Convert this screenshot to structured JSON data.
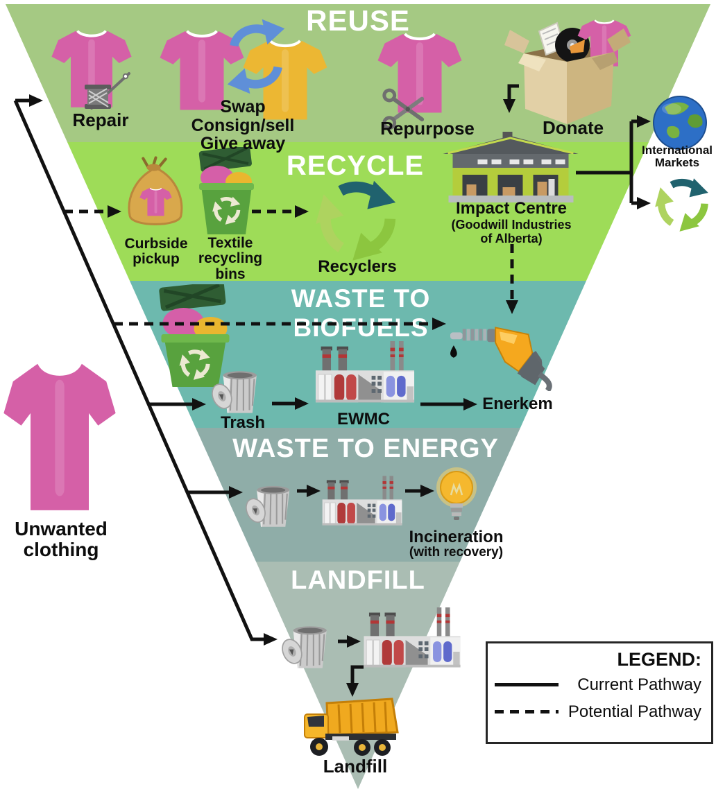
{
  "colors": {
    "band_reuse": "#a5c983",
    "band_recycle": "#9edc58",
    "band_biofuels": "#6db9ae",
    "band_energy": "#8fada8",
    "band_landfill": "#aabdb3",
    "pink_shirt": "#d560a7",
    "yellow_shirt": "#ecb733",
    "swap_arrow_blue": "#5f8fd8",
    "pathway_black": "#111111",
    "recycle_dark": "#20626e",
    "recycle_mid": "#8cc63f",
    "recycle_light": "#aed35f"
  },
  "funnel": {
    "bands": [
      {
        "id": "reuse",
        "title": "REUSE",
        "color": "#a5c983"
      },
      {
        "id": "recycle",
        "title": "RECYCLE",
        "color": "#9edc58"
      },
      {
        "id": "biofuels",
        "title": "WASTE TO BIOFUELS",
        "color": "#6db9ae"
      },
      {
        "id": "energy",
        "title": "WASTE TO ENERGY",
        "color": "#8fada8"
      },
      {
        "id": "landfill",
        "title": "LANDFILL",
        "color": "#aabdb3"
      }
    ]
  },
  "source": {
    "line1": "Unwanted",
    "line2": "clothing"
  },
  "reuse": {
    "repair": "Repair",
    "swap_line1": "Swap",
    "swap_line2": "Consign/sell",
    "swap_line3": "Give away",
    "repurpose": "Repurpose",
    "donate": "Donate"
  },
  "recycle": {
    "curbside_line1": "Curbside",
    "curbside_line2": "pickup",
    "textile_line1": "Textile",
    "textile_line2": "recycling",
    "textile_line3": "bins",
    "recyclers": "Recyclers",
    "impact_title": "Impact Centre",
    "impact_sub1": "(Goodwill Industries",
    "impact_sub2": "of Alberta)"
  },
  "external": {
    "intl_line1": "International",
    "intl_line2": "Markets"
  },
  "biofuels": {
    "trash": "Trash",
    "ewmc": "EWMC",
    "enerkem": "Enerkem"
  },
  "energy": {
    "incineration": "Incineration",
    "recovery": "(with recovery)"
  },
  "landfill": {
    "truck_label": "Landfill"
  },
  "legend": {
    "title": "LEGEND:",
    "current": "Current Pathway",
    "potential": "Potential Pathway"
  }
}
